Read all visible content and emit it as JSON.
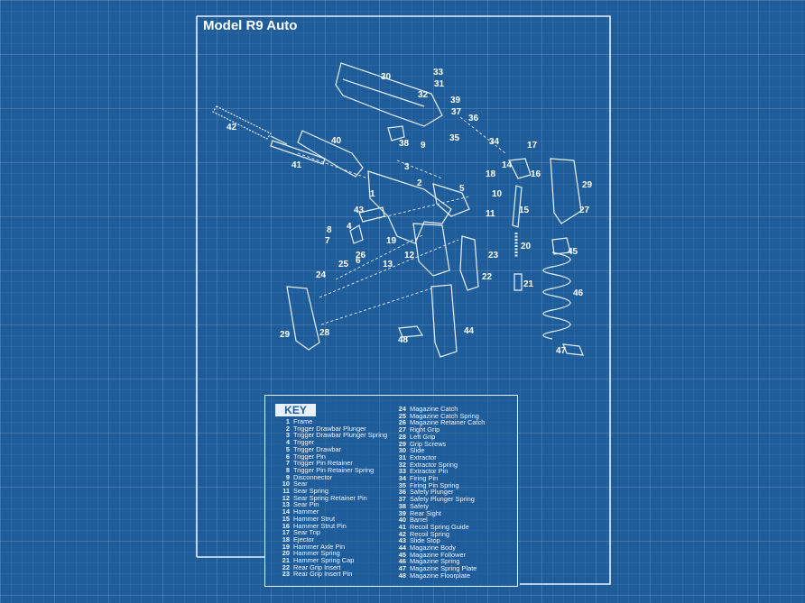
{
  "title": "Model R9 Auto",
  "key": {
    "heading": "KEY",
    "items": [
      {
        "num": "1",
        "label": "Frame"
      },
      {
        "num": "2",
        "label": "Trigger Drawbar Plunger"
      },
      {
        "num": "3",
        "label": "Trigger Drawbar Plunger Spring"
      },
      {
        "num": "4",
        "label": "Trigger"
      },
      {
        "num": "5",
        "label": "Trigger Drawbar"
      },
      {
        "num": "6",
        "label": "Trigger Pin"
      },
      {
        "num": "7",
        "label": "Trigger Pin Retainer"
      },
      {
        "num": "8",
        "label": "Trigger Pin Retainer Spring"
      },
      {
        "num": "9",
        "label": "Disconnector"
      },
      {
        "num": "10",
        "label": "Sear"
      },
      {
        "num": "11",
        "label": "Sear Spring"
      },
      {
        "num": "12",
        "label": "Sear Spring Retainer Pin"
      },
      {
        "num": "13",
        "label": "Sear Pin"
      },
      {
        "num": "14",
        "label": "Hammer"
      },
      {
        "num": "15",
        "label": "Hammer Strut"
      },
      {
        "num": "16",
        "label": "Hammer Strut Pin"
      },
      {
        "num": "17",
        "label": "Sear Trip"
      },
      {
        "num": "18",
        "label": "Ejector"
      },
      {
        "num": "19",
        "label": "Hammer Axle Pin"
      },
      {
        "num": "20",
        "label": "Hammer Spring"
      },
      {
        "num": "21",
        "label": "Hammer Spring Cap"
      },
      {
        "num": "22",
        "label": "Rear Grip Insert"
      },
      {
        "num": "23",
        "label": "Rear Grip Insert Pin"
      },
      {
        "num": "24",
        "label": "Magazine Catch"
      },
      {
        "num": "25",
        "label": "Magazine Catch Spring"
      },
      {
        "num": "26",
        "label": "Magazine Retainer Catch"
      },
      {
        "num": "27",
        "label": "Right Grip"
      },
      {
        "num": "28",
        "label": "Left Grip"
      },
      {
        "num": "29",
        "label": "Grip Screws"
      },
      {
        "num": "30",
        "label": "Slide"
      },
      {
        "num": "31",
        "label": "Extractor"
      },
      {
        "num": "32",
        "label": "Extractor Spring"
      },
      {
        "num": "33",
        "label": "Extractor Pin"
      },
      {
        "num": "34",
        "label": "Firing Pin"
      },
      {
        "num": "35",
        "label": "Firing Pin Spring"
      },
      {
        "num": "36",
        "label": "Safety Plunger"
      },
      {
        "num": "37",
        "label": "Safety Plunger Spring"
      },
      {
        "num": "38",
        "label": "Safety"
      },
      {
        "num": "39",
        "label": "Rear Sight"
      },
      {
        "num": "40",
        "label": "Barrel"
      },
      {
        "num": "41",
        "label": "Recoil Spring Guide"
      },
      {
        "num": "42",
        "label": "Recoil Spring"
      },
      {
        "num": "43",
        "label": "Slide Stop"
      },
      {
        "num": "44",
        "label": "Magazine Body"
      },
      {
        "num": "45",
        "label": "Magazine Follower"
      },
      {
        "num": "46",
        "label": "Magazine Spring"
      },
      {
        "num": "47",
        "label": "Magazine Spring Plate"
      },
      {
        "num": "48",
        "label": "Magazine Floorplate"
      }
    ]
  },
  "callouts": {
    "c1": "1",
    "c2": "2",
    "c3": "3",
    "c4": "4",
    "c5": "5",
    "c6": "6",
    "c7": "7",
    "c8": "8",
    "c9": "9",
    "c10": "10",
    "c11": "11",
    "c12": "12",
    "c13": "13",
    "c14": "14",
    "c15": "15",
    "c16": "16",
    "c17": "17",
    "c18": "18",
    "c19": "19",
    "c20": "20",
    "c21": "21",
    "c22": "22",
    "c23": "23",
    "c24": "24",
    "c25": "25",
    "c26": "26",
    "c27": "27",
    "c28": "28",
    "c29a": "29",
    "c29b": "29",
    "c30": "30",
    "c31": "31",
    "c32": "32",
    "c33": "33",
    "c34": "34",
    "c35": "35",
    "c36": "36",
    "c37": "37",
    "c38": "38",
    "c39": "39",
    "c40": "40",
    "c41": "41",
    "c42": "42",
    "c43": "43",
    "c44": "44",
    "c45": "45",
    "c46": "46",
    "c47": "47",
    "c48": "48"
  }
}
